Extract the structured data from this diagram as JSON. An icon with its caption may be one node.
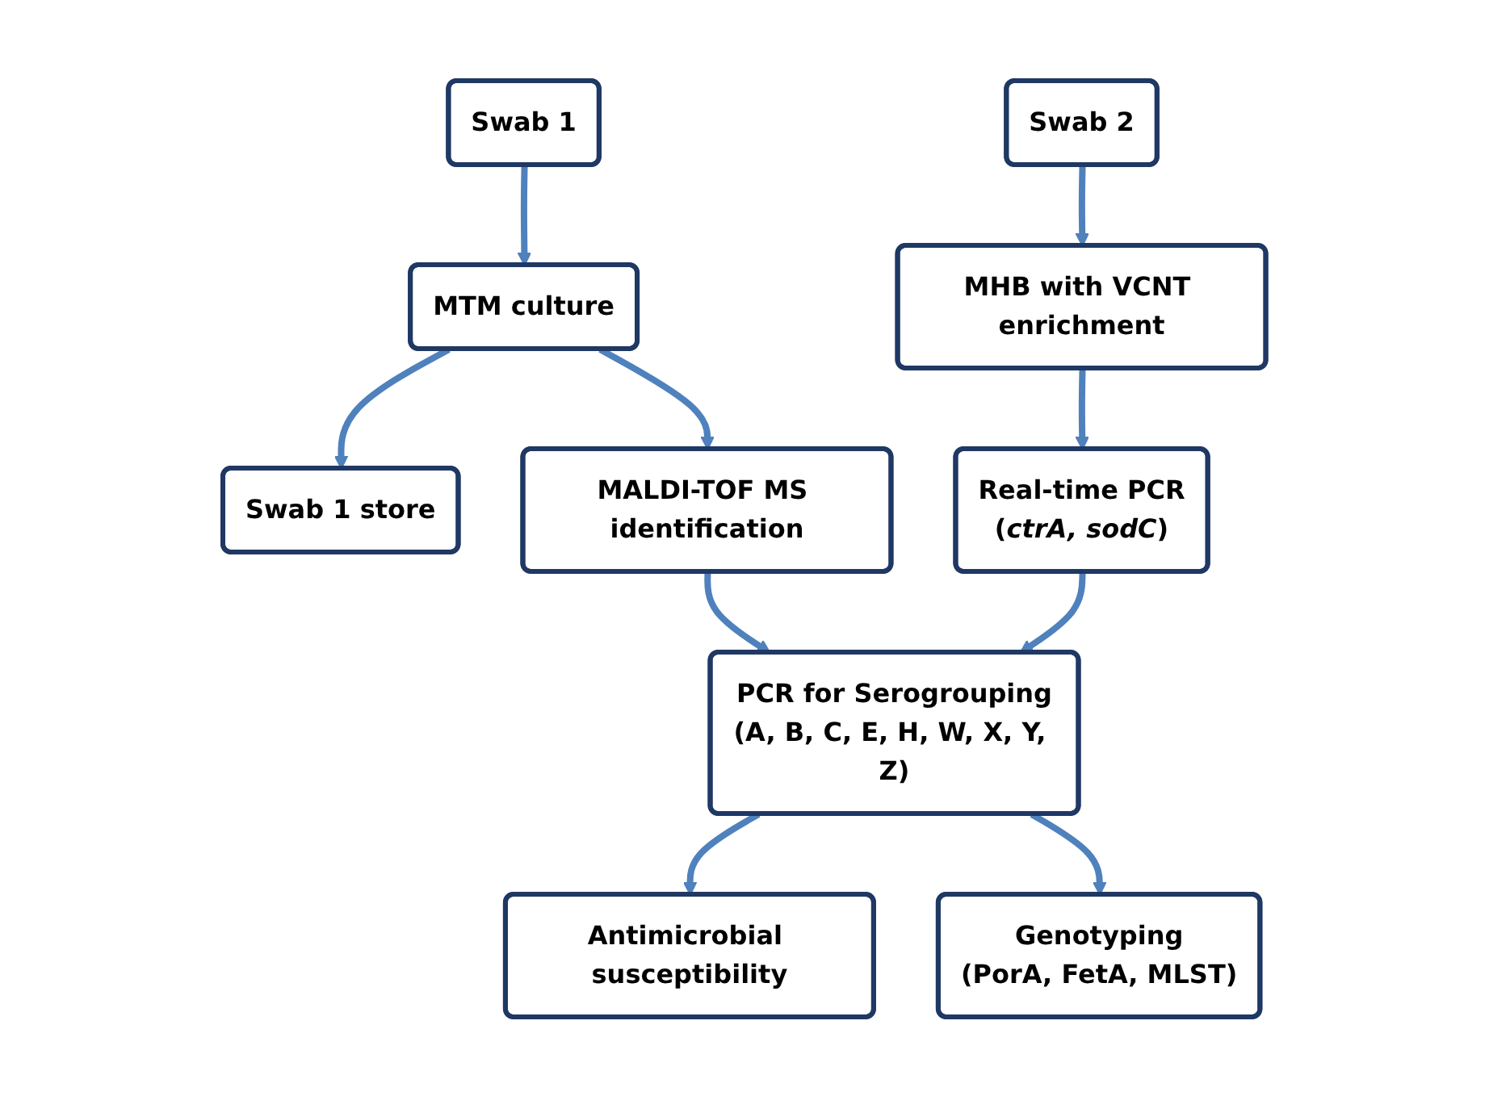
{
  "diagram": {
    "nodes": [
      {
        "text": [
          "Swab 1"
        ]
      },
      {
        "text": [
          "Swab 2"
        ]
      },
      {
        "text": [
          "Swab 1 store"
        ]
      },
      {
        "text": [
          "MTM culture"
        ]
      },
      {
        "text": [
          "MHB with VCNT enrichment"
        ]
      },
      {
        "text": [
          "Antimicrobial susceptibility"
        ]
      },
      {
        "text": [
          "MALDI-TOF MS identification"
        ]
      },
      {
        "text": [
          "Real-time PCR",
          "(*ctrA, sodC*)"
        ]
      },
      {
        "text": [
          "PCR for Serogrouping",
          "(A, B, C, E, H, W, X, Y, Z)"
        ]
      },
      {
        "text": [
          "Genotyping",
          "(PorA, FetA, MLST)"
        ]
      }
    ],
    "edges": [
      {
        "from": 0,
        "to": 3,
        "arrow": "to"
      },
      {
        "from": 1,
        "to": 4,
        "arrow": "to"
      },
      {
        "from": 3,
        "to": 2,
        "arrow": "to"
      },
      {
        "from": 3,
        "to": 6,
        "arrow": "to"
      },
      {
        "from": 4,
        "to": 7,
        "arrow": "to"
      },
      {
        "from": 6,
        "to": 8,
        "arrow": "to"
      },
      {
        "from": 7,
        "to": 8,
        "arrow": "to"
      },
      {
        "from": 8,
        "to": 5,
        "arrow": "to"
      },
      {
        "from": 8,
        "to": 9,
        "arrow": "to"
      }
    ]
  }
}
